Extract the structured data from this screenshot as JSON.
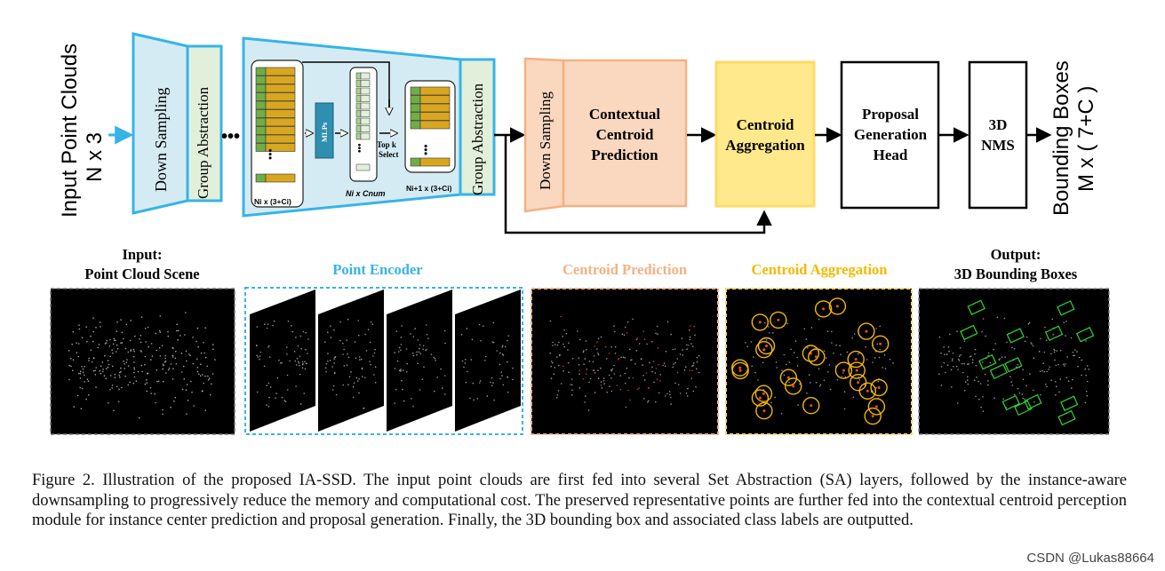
{
  "input_label": {
    "line1": "Input Point Clouds",
    "line2": "N x 3"
  },
  "output_label": {
    "line1": "Bounding Boxes",
    "line2": "M x ( 7+C )"
  },
  "sa_block": {
    "down_sampling": "Down Sampling",
    "group_abstraction": "Group Abstraction",
    "ellipsis": "•••"
  },
  "encoder_detail": {
    "mlps": "MLPs",
    "topk_line1": "Top k",
    "topk_line2": "Select",
    "dots": "•••",
    "label_left": "Ni x (3+Ci)",
    "label_mid": "Ni x Cnum",
    "label_right": "Ni+1 x (3+Ci)",
    "group_abstraction": "Group Abstraction"
  },
  "ccp": {
    "down_sampling": "Down Sampling",
    "line1": "Contextual",
    "line2": "Centroid",
    "line3": "Prediction"
  },
  "centroid_agg": {
    "line1": "Centroid",
    "line2": "Aggregation"
  },
  "proposal": {
    "line1": "Proposal",
    "line2": "Generation",
    "line3": "Head"
  },
  "nms": {
    "line1": "3D",
    "line2": "NMS"
  },
  "panels": {
    "input_title1": "Input:",
    "input_title2": "Point Cloud Scene",
    "encoder_title": "Point Encoder",
    "centroid_pred_title": "Centroid Prediction",
    "centroid_agg_title": "Centroid Aggregation",
    "output_title1": "Output:",
    "output_title2": "3D Bounding Boxes"
  },
  "caption": "Figure 2. Illustration of the proposed IA-SSD. The input point clouds are first fed into several Set Abstraction (SA) layers, followed by the instance-aware downsampling to progressively reduce the memory and computational cost. The preserved representative points are further fed into the contextual centroid perception module for instance center prediction and proposal generation. Finally, the 3D bounding box and associated class labels are outputted.",
  "watermark": "CSDN @Lukas88664",
  "colors": {
    "blue": "#36b4e6",
    "light_blue": "#d5ebf4",
    "light_green": "#e2efda",
    "orange": "#f4b183",
    "light_orange": "#fad7bf",
    "yellow": "#ffd966",
    "light_yellow": "#fff2b3",
    "gold": "#f5b800",
    "red": "#e85020",
    "green": "#31d731"
  }
}
